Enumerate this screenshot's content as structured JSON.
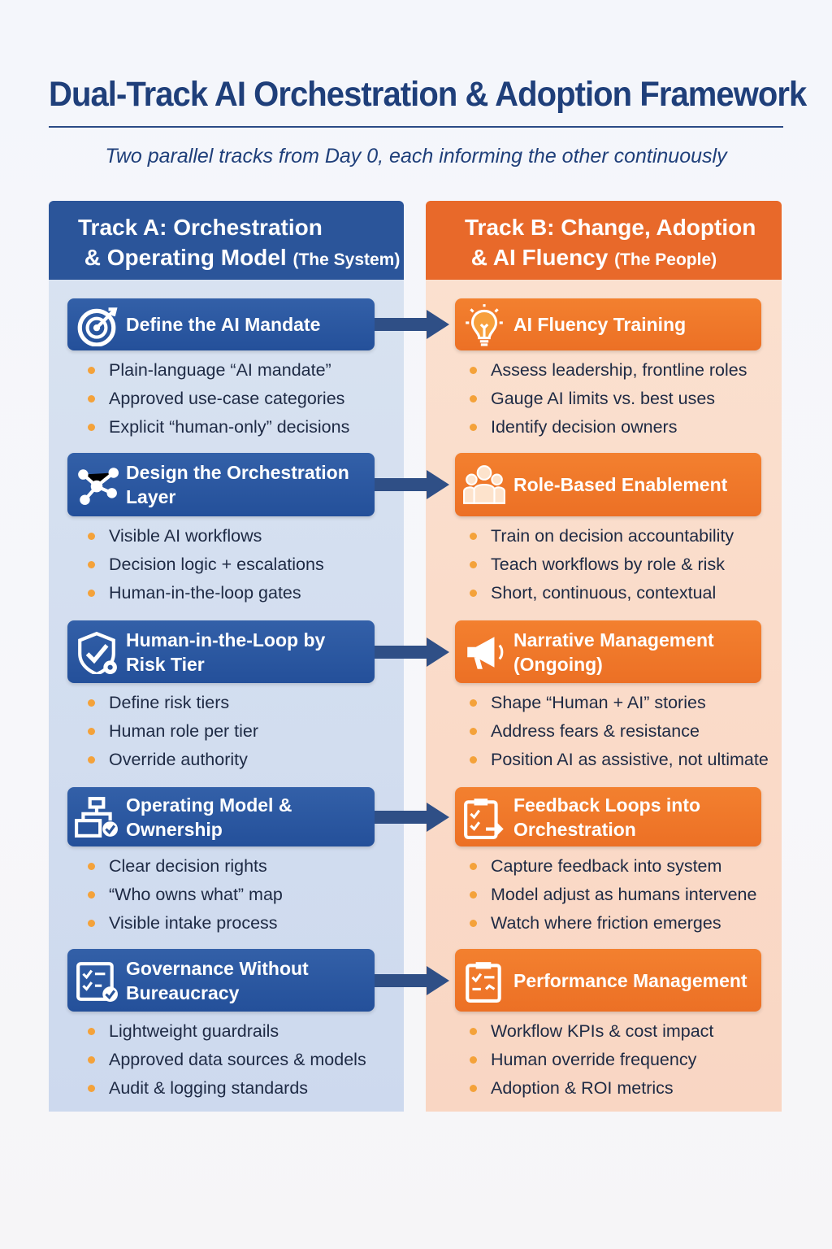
{
  "title": "Dual-Track AI Orchestration & Adoption Framework",
  "subtitle": "Two parallel tracks from Day 0, each informing the other continuously",
  "colors": {
    "blue": "#2b559a",
    "orange": "#e8692a",
    "bullet": "#f4a23a",
    "title": "#1f3f7a"
  },
  "track_a": {
    "title_line1": "Track A: Orchestration",
    "title_line2": "& Operating Model",
    "title_paren": "(The System)",
    "steps": [
      {
        "icon": "target-icon",
        "title": "Define the AI Mandate",
        "bullets": [
          "Plain-language “AI mandate”",
          "Approved use-case categories",
          "Explicit “human-only” decisions"
        ]
      },
      {
        "icon": "network-icon",
        "title": "Design the Orchestration Layer",
        "bullets": [
          "Visible AI workflows",
          "Decision logic + escalations",
          "Human-in-the-loop gates"
        ]
      },
      {
        "icon": "shield-gear-icon",
        "title": "Human-in-the-Loop by Risk Tier",
        "bullets": [
          "Define risk tiers",
          "Human role per tier",
          "Override authority"
        ]
      },
      {
        "icon": "org-chart-icon",
        "title": "Operating Model & Ownership",
        "bullets": [
          "Clear decision rights",
          "“Who owns what” map",
          "Visible intake process"
        ]
      },
      {
        "icon": "checklist-icon",
        "title": "Governance Without Bureaucracy",
        "bullets": [
          "Lightweight guardrails",
          "Approved data sources & models",
          "Audit & logging standards"
        ]
      }
    ]
  },
  "track_b": {
    "title_line1": "Track B: Change, Adoption",
    "title_line2": "& AI Fluency",
    "title_paren": "(The People)",
    "steps": [
      {
        "icon": "lightbulb-icon",
        "title": "AI Fluency Training",
        "bullets": [
          "Assess leadership, frontline roles",
          "Gauge AI limits vs. best uses",
          "Identify decision owners"
        ]
      },
      {
        "icon": "people-icon",
        "title": "Role-Based Enablement",
        "bullets": [
          "Train on decision accountability",
          "Teach workflows by role & risk",
          "Short, continuous, contextual"
        ]
      },
      {
        "icon": "megaphone-icon",
        "title": "Narrative Management (Ongoing)",
        "bullets": [
          "Shape “Human + AI” stories",
          "Address fears & resistance",
          "Position AI as assistive, not ultimate"
        ]
      },
      {
        "icon": "feedback-clipboard-icon",
        "title": "Feedback Loops into Orchestration",
        "bullets": [
          "Capture feedback into system",
          "Model adjust as humans intervene",
          "Watch where friction emerges"
        ]
      },
      {
        "icon": "performance-clipboard-icon",
        "title": "Performance Management",
        "bullets": [
          "Workflow KPIs & cost impact",
          "Human override frequency",
          "Adoption & ROI metrics"
        ]
      }
    ]
  }
}
